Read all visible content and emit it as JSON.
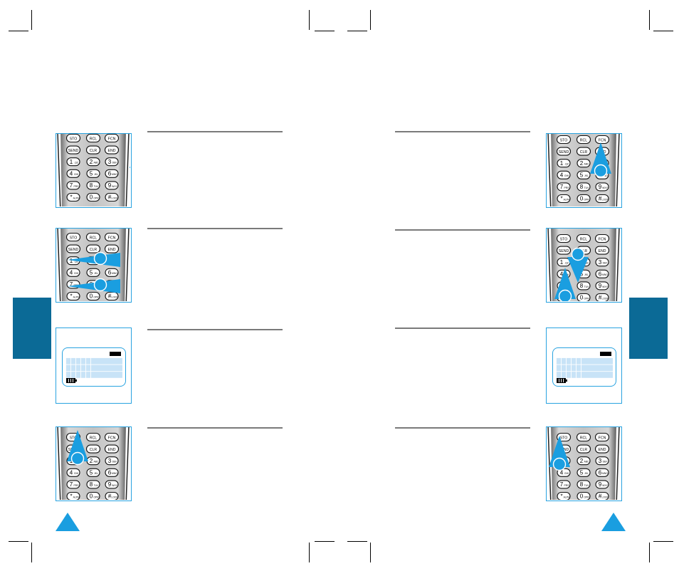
{
  "colors": {
    "accent_blue": "#1a9ee0",
    "frame_blue": "#29a3e0",
    "tab_blue": "#0b6a96",
    "rule_gray": "#7a7a7a"
  },
  "keypad": {
    "rows": [
      [
        "STO",
        "RCL",
        "FCN"
      ],
      [
        "SEND",
        "CLR",
        "END"
      ],
      [
        "1",
        "2",
        "3"
      ],
      [
        "4",
        "5",
        "6"
      ],
      [
        "7",
        "8",
        "9"
      ],
      [
        "*",
        "0",
        "#"
      ]
    ],
    "subs": [
      [
        "",
        "",
        ""
      ],
      [
        "",
        "",
        ""
      ],
      [
        ".QZ",
        "ABC",
        "DEF"
      ],
      [
        "GHI",
        "JKL",
        "MNO"
      ],
      [
        "PRS",
        "TUV",
        "WXY"
      ],
      [
        "ALPH",
        "OPR",
        "LOCK"
      ]
    ]
  }
}
